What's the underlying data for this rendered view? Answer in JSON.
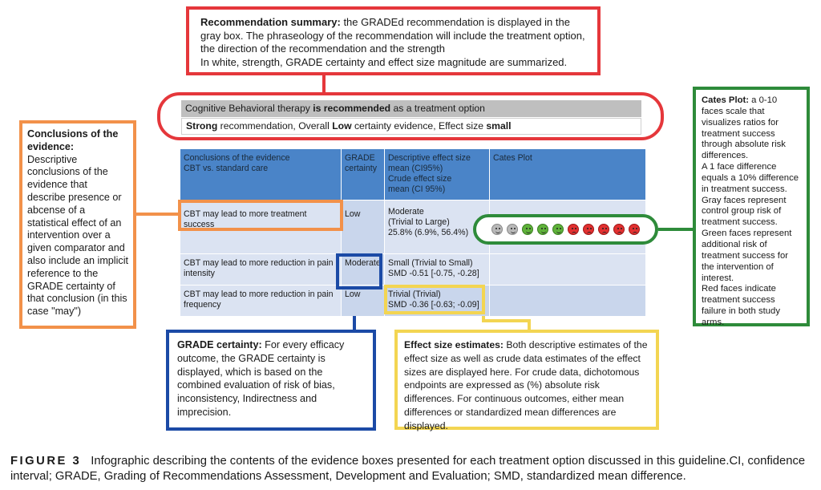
{
  "recsum": {
    "title": "Recommendation summary:",
    "text": " the GRADEd recommendation is displayed in the gray box. The phraseology of the recommendation will include the treatment option, the direction of the recommendation and the strength",
    "text2": "In white, strength, GRADE certainty and effect size magnitude are summarized."
  },
  "recommendation": {
    "gray_pre": "Cognitive Behavioral therapy ",
    "gray_bold": "is recommended",
    "gray_post": " as a treatment option",
    "white_b1": "Strong",
    "white_t1": " recommendation, Overall ",
    "white_b2": "Low",
    "white_t2": " certainty evidence, Effect size ",
    "white_b3": "small"
  },
  "conclusions_box": {
    "title": "Conclusions of the evidence:",
    "text": "Descriptive conclusions of the evidence that describe presence or abcense of a statistical effect of an intervention over a given comparator and also include an implicit reference to the GRADE certainty of that conclusion (in this case \"may\")"
  },
  "cates_box": {
    "title": "Cates Plot:",
    "text": " a 0-10 faces scale that visualizes ratios for  treatment success through absolute risk differences.",
    "p2": "A 1 face difference equals a 10% difference in treatment success.",
    "p3": "Gray faces represent control group risk of treatment success.",
    "p4": "Green faces represent additional risk of treatment success for the intervention of interest.",
    "p5": "Red faces indicate treatment success failure in both study arms."
  },
  "grade_box": {
    "title": "GRADE certainty:",
    "text": " For every efficacy outcome, the GRADE certainty is displayed, which is based on the combined evaluation of risk of bias, inconsistency, Indirectness and imprecision."
  },
  "effect_box": {
    "title": "Effect size estimates:",
    "text": " Both descriptive estimates of the effect size as well as crude data estimates of the effect sizes are displayed here. For crude data, dichotomous endpoints are expressed as (%) absolute risk differences. For continuous outcomes, either mean differences or standardized mean differences are displayed."
  },
  "table": {
    "headers": {
      "col1_l1": "Conclusions of the evidence",
      "col1_l2": "CBT vs. standard care",
      "col2_l1": "GRADE",
      "col2_l2": "certainty",
      "col3_l1": "Descriptive effect size",
      "col3_l2": "mean (CI95%)",
      "col3_l3": "Crude effect size",
      "col3_l4": "mean (CI 95%)",
      "col4": "Cates Plot"
    },
    "rows": [
      {
        "conclusion": "CBT may lead to more treatment success",
        "grade": "Low",
        "effect_l1": "Moderate",
        "effect_l2": "(Trivial to Large)",
        "effect_l3": "25.8% (6.9%, 56.4%)"
      },
      {
        "conclusion_l1": "CBT may lead to more reduction in pain",
        "conclusion_l2": "intensity",
        "grade": "Moderate",
        "effect_l1": "Small (Trivial to Small)",
        "effect_l2": "SMD -0.51 [-0.75, -0.28]"
      },
      {
        "conclusion_l1": "CBT may lead to more reduction in pain",
        "conclusion_l2": "frequency",
        "grade": "Low",
        "effect_l1": "Trivial (Trivial)",
        "effect_l2": "SMD -0.36 [-0.63; -0.09]"
      }
    ]
  },
  "cates_faces": [
    "gray",
    "gray",
    "green",
    "green",
    "green",
    "red",
    "red",
    "red",
    "red",
    "red"
  ],
  "colors": {
    "red": "#e5373b",
    "orange": "#f2914a",
    "green": "#2e8b3a",
    "blue": "#1b4aa6",
    "yellow": "#f3d552",
    "header_blue": "#4a84c8"
  },
  "caption": {
    "label": "FIGURE 3",
    "text": "Infographic describing the contents of the evidence boxes presented for each treatment option discussed in this guideline.CI, confidence interval; GRADE, Grading of Recommendations Assessment, Development and Evaluation; SMD, standardized mean difference."
  }
}
